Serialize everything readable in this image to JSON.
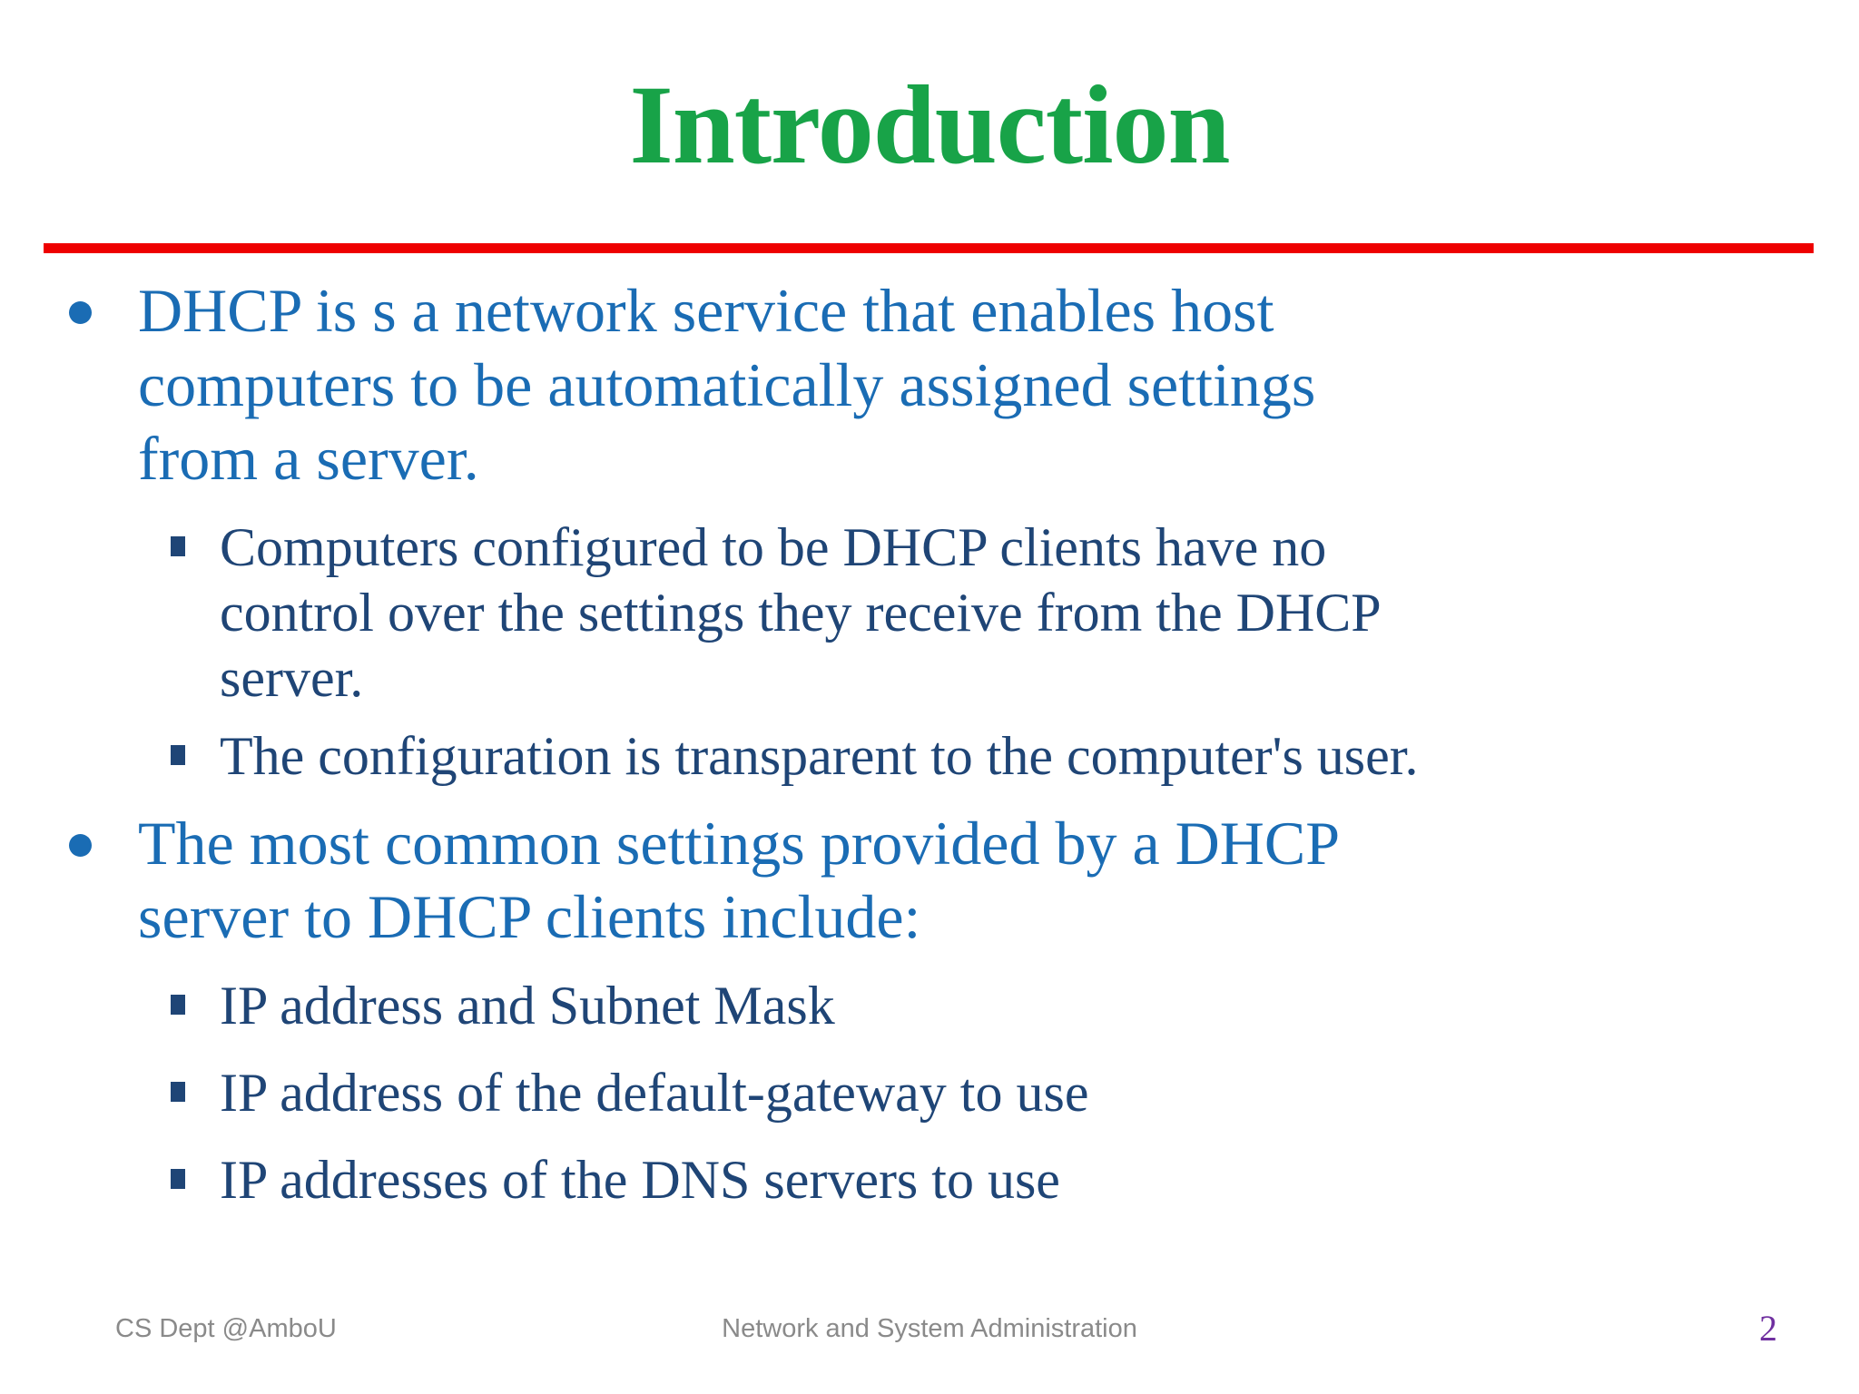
{
  "title": "Introduction",
  "bullets": [
    {
      "marker": "dot",
      "lines": [
        "DHCP is s a network service that enables host",
        "computers to be automatically assigned settings",
        "from a server."
      ],
      "children": [
        {
          "marker": "square",
          "lines": [
            "Computers configured to be DHCP clients have no",
            "control over the settings they receive from the DHCP",
            "server."
          ]
        },
        {
          "marker": "square",
          "lines": [
            "The configuration is transparent to the computer's user."
          ]
        }
      ]
    },
    {
      "marker": "dot",
      "lines": [
        "The most common settings provided by a DHCP",
        "server to DHCP clients include:"
      ],
      "children": [
        {
          "marker": "square",
          "lines": [
            "IP address and Subnet Mask"
          ]
        },
        {
          "marker": "square",
          "lines": [
            "IP address of the default-gateway to use"
          ]
        },
        {
          "marker": "square",
          "lines": [
            "IP addresses of the DNS servers to use"
          ]
        }
      ]
    }
  ],
  "footer": {
    "left": "CS Dept @AmboU",
    "center": "Network and System Administration",
    "page": "2"
  },
  "colors": {
    "title_green": "#18a348",
    "divider_red": "#ee0000",
    "bullet_blue": "#1a6cb4",
    "sub_bullet_navy": "#1f4576",
    "footer_gray": "#8a8a8a",
    "page_number_purple": "#7030a0"
  },
  "bullet_style": {
    "level1": "dot",
    "level2": "square"
  }
}
